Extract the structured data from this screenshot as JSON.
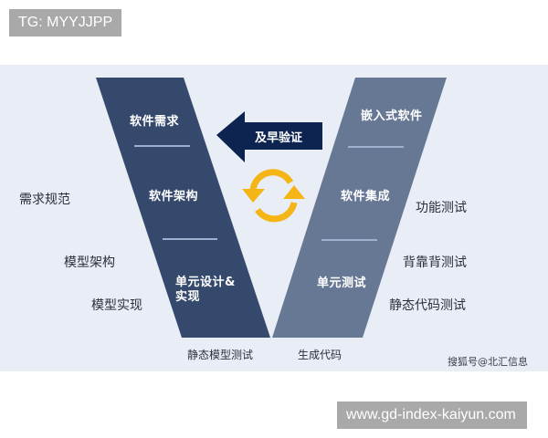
{
  "watermarks": {
    "top_tag": "TG: MYYJJPP",
    "bottom_tag": "www.gd-index-kaiyun.com",
    "credit": "搜狐号@北汇信息"
  },
  "diagram": {
    "type": "V-model",
    "colors": {
      "background": "#e9edf6",
      "left_bar": "#34496b",
      "right_bar": "#667894",
      "arrow": "#0d2350",
      "cycle_icon": "#f5b516",
      "divider": "#9fb0cf"
    },
    "left_bar": {
      "stages": [
        "软件需求",
        "软件架构",
        "单元设计&",
        "实现"
      ]
    },
    "right_bar": {
      "stages": [
        "嵌入式软件",
        "软件集成",
        "单元测试"
      ]
    },
    "arrow": {
      "label": "及早验证",
      "direction": "left"
    },
    "cycle_icon": "refresh-cycle-icon",
    "left_side_labels": [
      "需求规范",
      "模型架构",
      "模型实现"
    ],
    "right_side_labels": [
      "功能测试",
      "背靠背测试",
      "静态代码测试"
    ],
    "bottom_labels": {
      "left": "静态模型测试",
      "right": "生成代码"
    }
  }
}
